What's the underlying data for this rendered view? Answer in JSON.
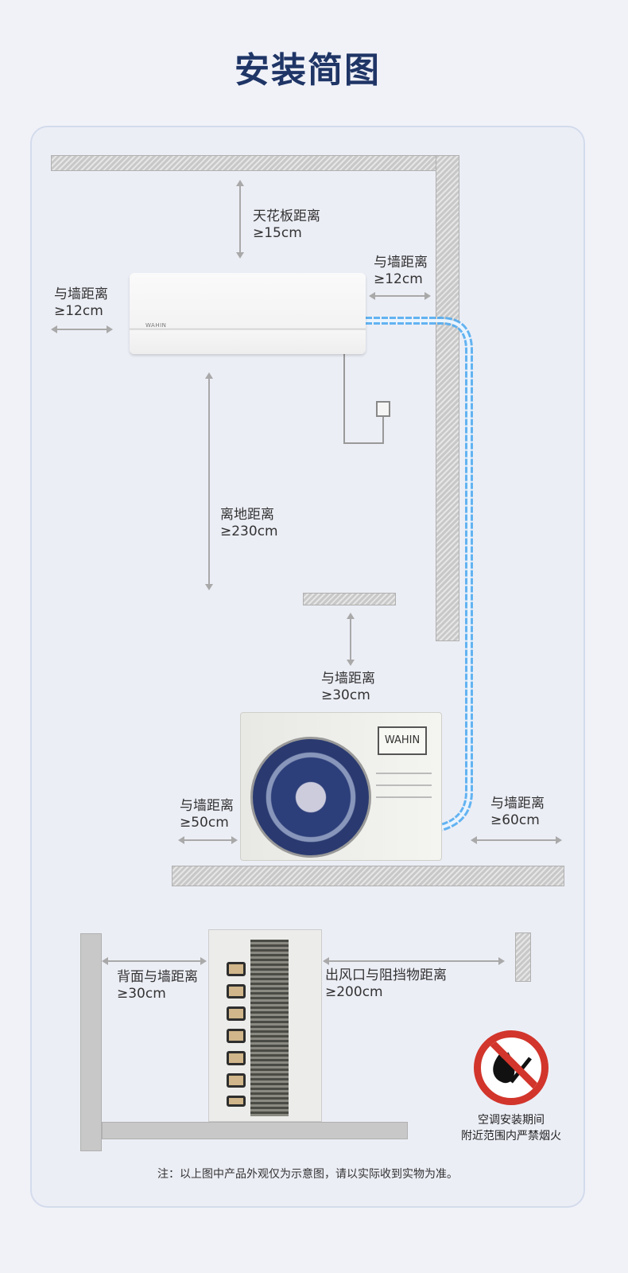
{
  "title": "安装简图",
  "indoor_unit": {
    "brand": "WAHIN"
  },
  "outdoor_unit": {
    "brand": "WAHIN"
  },
  "labels": {
    "ceiling": {
      "line1": "天花板距离",
      "line2": "≥15cm"
    },
    "indoor_left": {
      "line1": "与墙距离",
      "line2": "≥12cm"
    },
    "indoor_right": {
      "line1": "与墙距离",
      "line2": "≥12cm"
    },
    "floor": {
      "line1": "离地距离",
      "line2": "≥230cm"
    },
    "outdoor_top": {
      "line1": "与墙距离",
      "line2": "≥30cm"
    },
    "outdoor_left": {
      "line1": "与墙距离",
      "line2": "≥50cm"
    },
    "outdoor_right": {
      "line1": "与墙距离",
      "line2": "≥60cm"
    },
    "back": {
      "line1": "背面与墙距离",
      "line2": "≥30cm"
    },
    "outlet": {
      "line1": "出风口与阻挡物距离",
      "line2": "≥200cm"
    }
  },
  "warning": {
    "line1": "空调安装期间",
    "line2": "附近范围内严禁烟火"
  },
  "note": "注：以上图中产品外观仅为示意图，请以实际收到实物为准。",
  "colors": {
    "title": "#1f3566",
    "pipe": "#4aa8f0",
    "prohibition": "#d2352b"
  }
}
